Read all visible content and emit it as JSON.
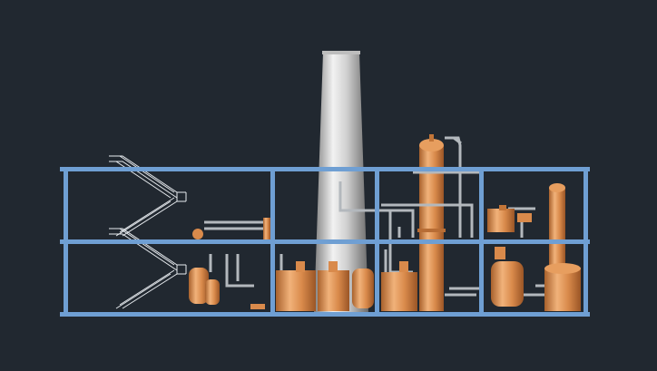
{
  "scene": {
    "type": "industrial-plant-elevation-drawing",
    "colors": {
      "background": "#212830",
      "frame": "#6f9fd3",
      "vessel": "#d9894a",
      "vessel_dark": "#9a5a2a",
      "vessel_light": "#f0b47c",
      "pipe": "#b8bcc0",
      "stair": "#e8ecf0",
      "chimney_light": "#e6e6e6",
      "chimney_dark": "#8a8a8a"
    },
    "structure": {
      "levels": 2,
      "bays": 4,
      "elements": [
        "steel-frame",
        "staircase",
        "chimney-stack",
        "distillation-column",
        "process-vessels",
        "piping"
      ]
    }
  }
}
